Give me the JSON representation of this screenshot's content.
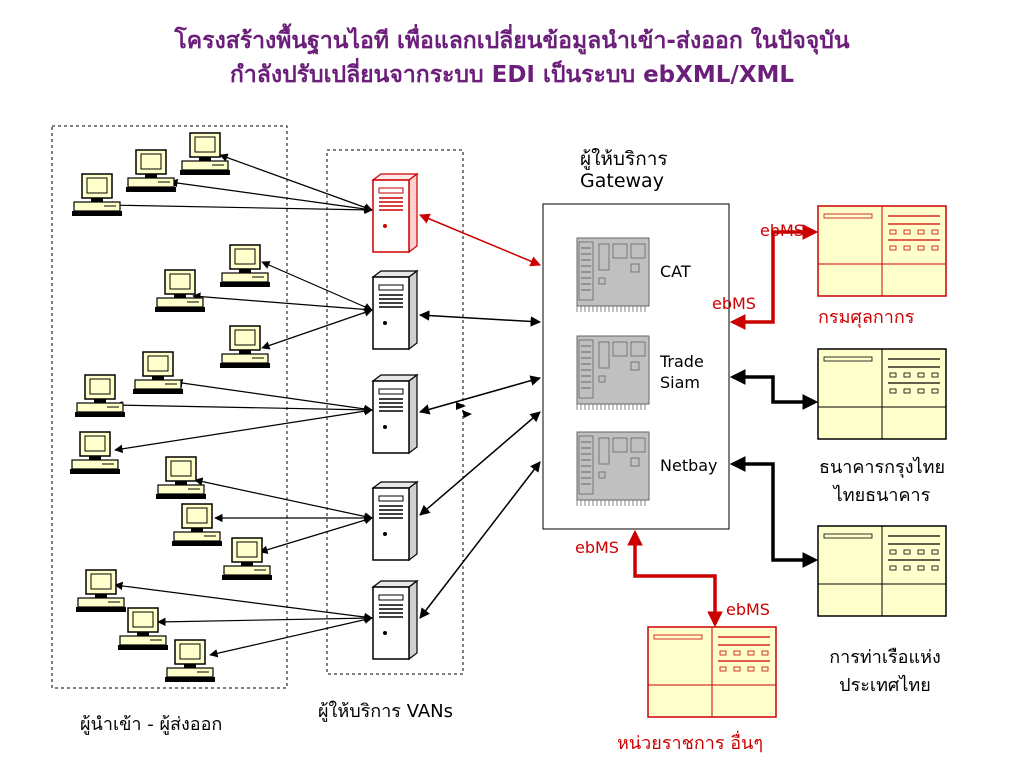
{
  "title": {
    "line1": "โครงสร้างพื้นฐานไอที เพื่อแลกเปลี่ยนข้อมูลนำเข้า-ส่งออก ในปัจจุบัน",
    "line2": "กำลังปรับเปลี่ยนจากระบบ EDI เป็นระบบ ebXML/XML"
  },
  "groups": {
    "importers_exporters": "ผู้นำเข้า - ผู้ส่งออก",
    "vans": "ผู้ให้บริการ VANs",
    "gateway_provider_line1": "ผู้ให้บริการ",
    "gateway_provider_line2": "Gateway"
  },
  "gateway_servers": [
    "CAT",
    "Trade",
    "Siam",
    "Netbay"
  ],
  "protocol_labels": {
    "customs_top": "ebMS",
    "customs_gateway": "ebMS",
    "gateway_bottom": "ebMS",
    "agency_top": "ebMS"
  },
  "agencies": {
    "customs": "กรมศุลกากร",
    "bank_line1": "ธนาคารกรุงไทย",
    "bank_line2": "ไทยธนาคาร",
    "port_line1": "การท่าเรือแห่ง",
    "port_line2": "ประเทศไทย",
    "other": "หน่วยราชการ อื่นๆ"
  },
  "colors": {
    "title": "#6b1f7a",
    "highlight": "#cc0000",
    "app_fill": "#ffffcc",
    "server_fill": "#c0c0c0",
    "pc_fill": "#ffffcc"
  }
}
